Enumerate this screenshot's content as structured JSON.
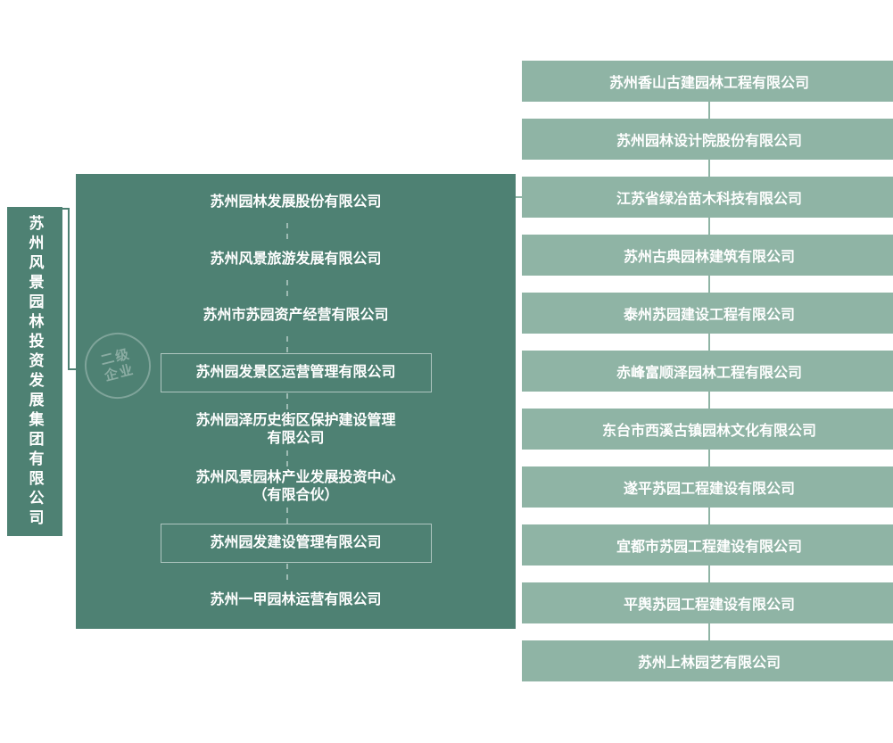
{
  "chart": {
    "type": "org-chart",
    "root": {
      "label": "苏州风景园林投资发展集团有限公司"
    },
    "subsidiaries": [
      {
        "label": "苏州园林发展股份有限公司",
        "outlined": false
      },
      {
        "label": "苏州风景旅游发展有限公司",
        "outlined": false
      },
      {
        "label": "苏州市苏园资产经营有限公司",
        "outlined": false
      },
      {
        "label": "苏州园发景区运营管理有限公司",
        "outlined": true
      },
      {
        "label": "苏州园泽历史街区保护建设管理\n有限公司",
        "outlined": false
      },
      {
        "label": "苏州风景园林产业发展投资中心\n（有限合伙）",
        "outlined": false
      },
      {
        "label": "苏州园发建设管理有限公司",
        "outlined": true
      },
      {
        "label": "苏州一甲园林运营有限公司",
        "outlined": false
      }
    ],
    "affiliates": [
      "苏州香山古建园林工程有限公司",
      "苏州园林设计院股份有限公司",
      "江苏省绿冶苗木科技有限公司",
      "苏州古典园林建筑有限公司",
      "泰州苏园建设工程有限公司",
      "赤峰富顺泽园林工程有限公司",
      "东台市西溪古镇园林文化有限公司",
      "遂平苏园工程建设有限公司",
      "宜都市苏园工程建设有限公司",
      "平舆苏园工程建设有限公司",
      "苏州上林园艺有限公司"
    ],
    "watermark": {
      "line1": "二级",
      "line2": "企业"
    }
  },
  "colors": {
    "dark_green": "#4e8173",
    "light_green": "#8fb4a5",
    "text_white": "#ffffff"
  }
}
